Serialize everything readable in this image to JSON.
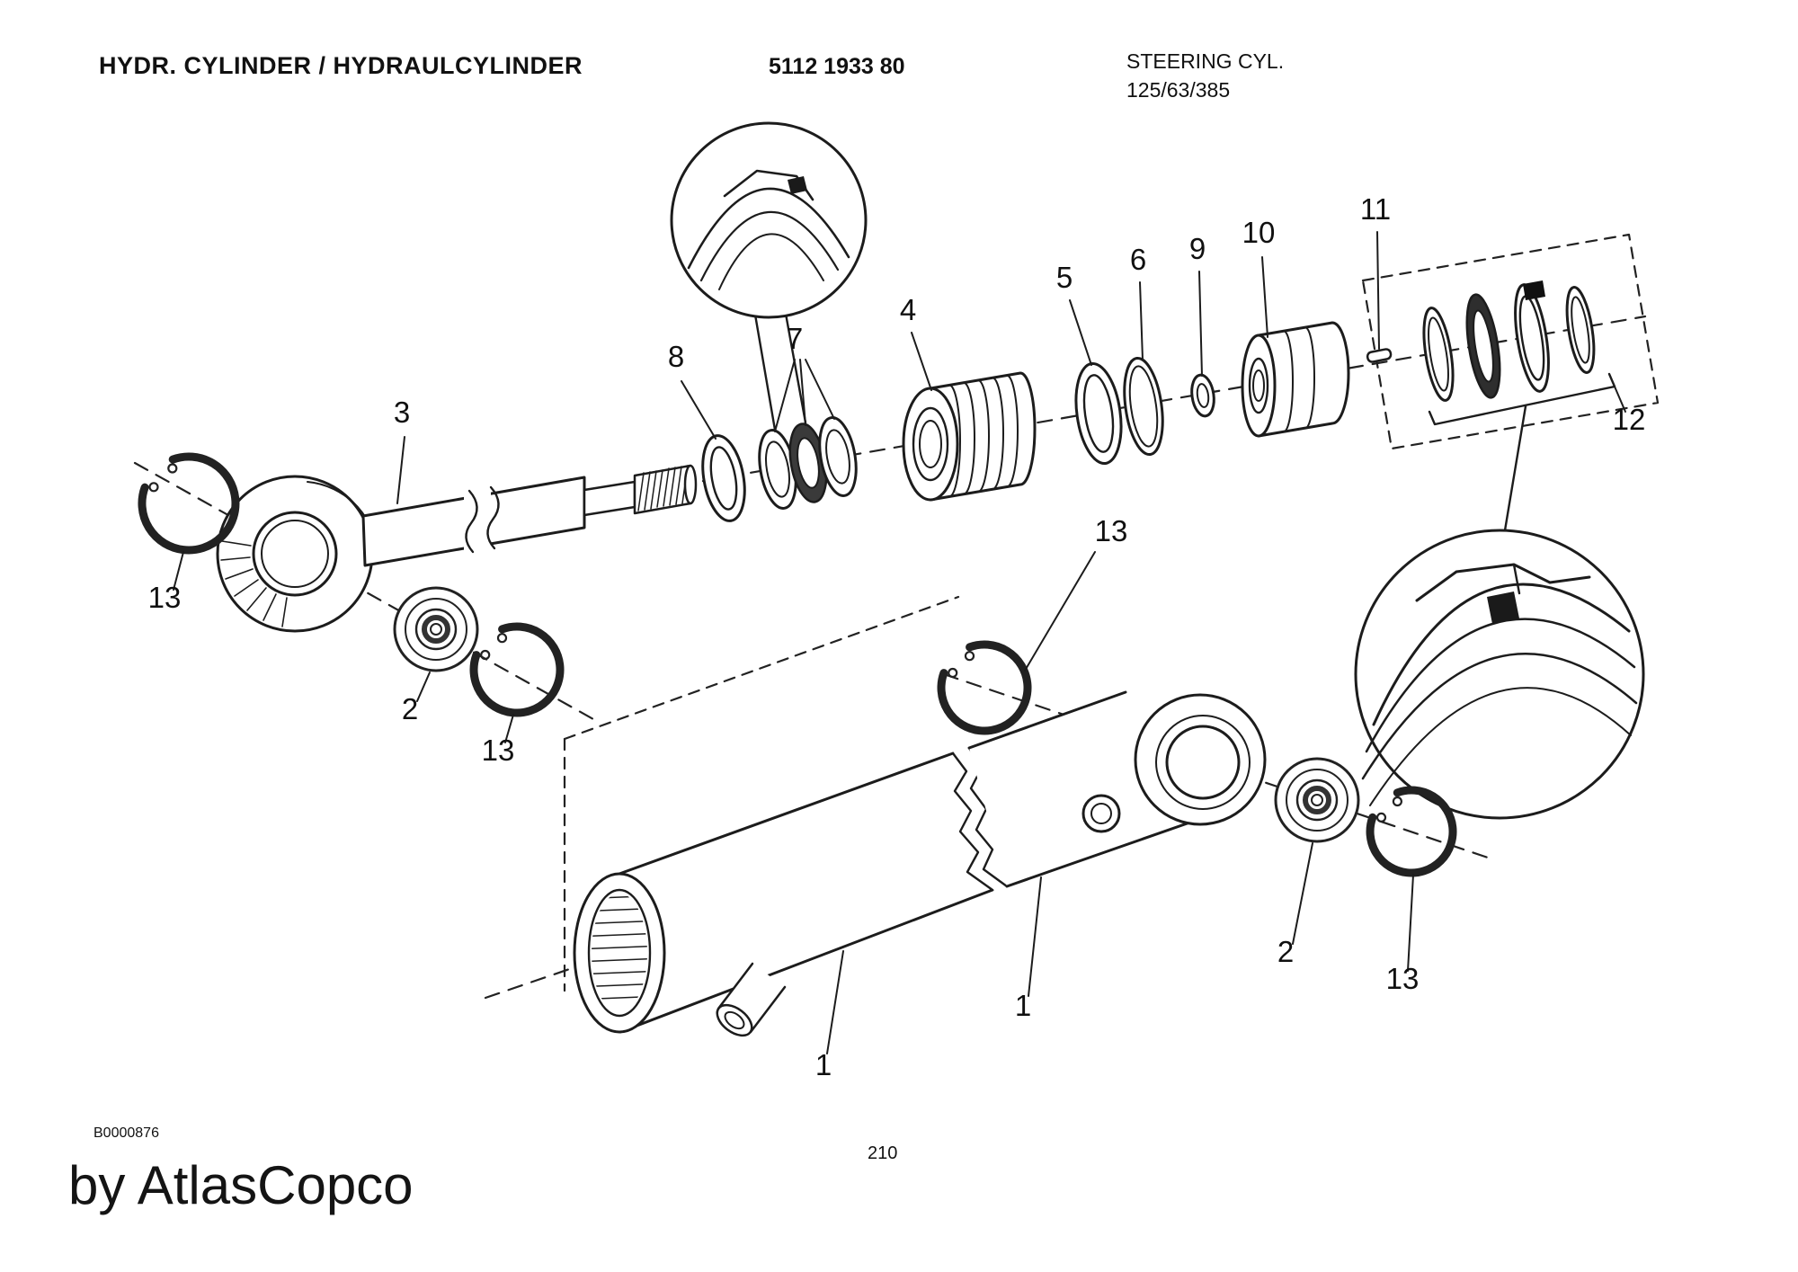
{
  "header": {
    "title": "HYDR. CYLINDER / HYDRAULCYLINDER",
    "document_number": "5112 1933 80",
    "cylinder_type": "STEERING CYL.",
    "cylinder_spec": "125/63/385"
  },
  "callouts": [
    {
      "label": "3"
    },
    {
      "label": "8"
    },
    {
      "label": "7"
    },
    {
      "label": "4"
    },
    {
      "label": "5"
    },
    {
      "label": "6"
    },
    {
      "label": "9"
    },
    {
      "label": "10"
    },
    {
      "label": "11"
    },
    {
      "label": "12"
    },
    {
      "label": "13"
    },
    {
      "label": "2"
    },
    {
      "label": "13"
    },
    {
      "label": "13"
    },
    {
      "label": "1"
    },
    {
      "label": "1"
    },
    {
      "label": "2"
    },
    {
      "label": "13"
    }
  ],
  "footer": {
    "figure_code": "B0000876",
    "page_number": "210",
    "brand_note": "by AtlasCopco"
  }
}
